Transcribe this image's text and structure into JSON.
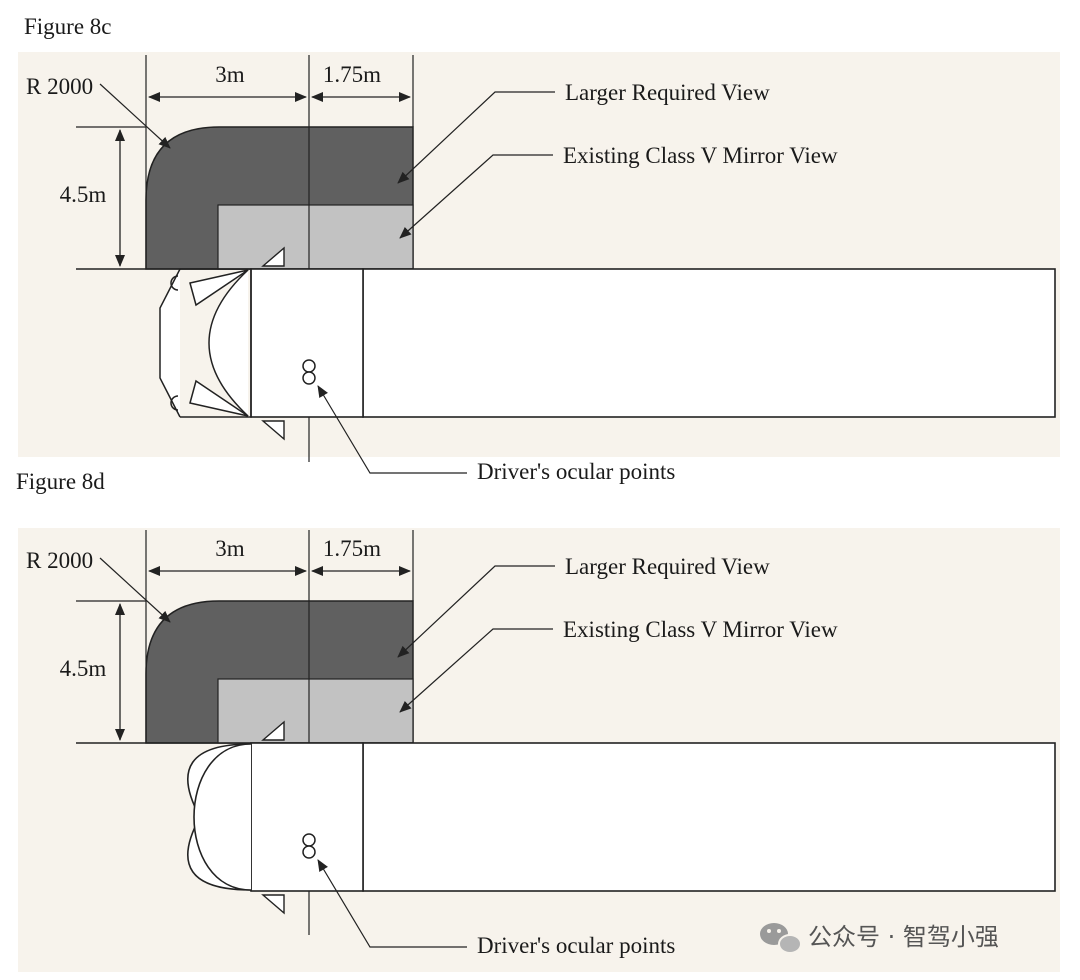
{
  "colors": {
    "background": "#f7f3ec",
    "larger_view": "#606060",
    "class_v_view": "#c2c2c2",
    "line": "#222222"
  },
  "figures": [
    {
      "id": "8c",
      "title": "Figure 8c",
      "radius_label": "R 2000",
      "dim_width_label": "3m",
      "dim_width2_label": "1.75m",
      "dim_height_label": "4.5m",
      "legend_larger": "Larger Required View",
      "legend_existing": "Existing Class V Mirror View",
      "ocular_label": "Driver's ocular points",
      "cab_type": "conventional"
    },
    {
      "id": "8d",
      "title": "Figure 8d",
      "radius_label": "R 2000",
      "dim_width_label": "3m",
      "dim_width2_label": "1.75m",
      "dim_height_label": "4.5m",
      "legend_larger": "Larger Required View",
      "legend_existing": "Existing Class V Mirror View",
      "ocular_label": "Driver's ocular points",
      "cab_type": "cab-over"
    }
  ],
  "watermark": {
    "icon": "wechat-icon",
    "text": "公众号 · 智驾小强"
  }
}
